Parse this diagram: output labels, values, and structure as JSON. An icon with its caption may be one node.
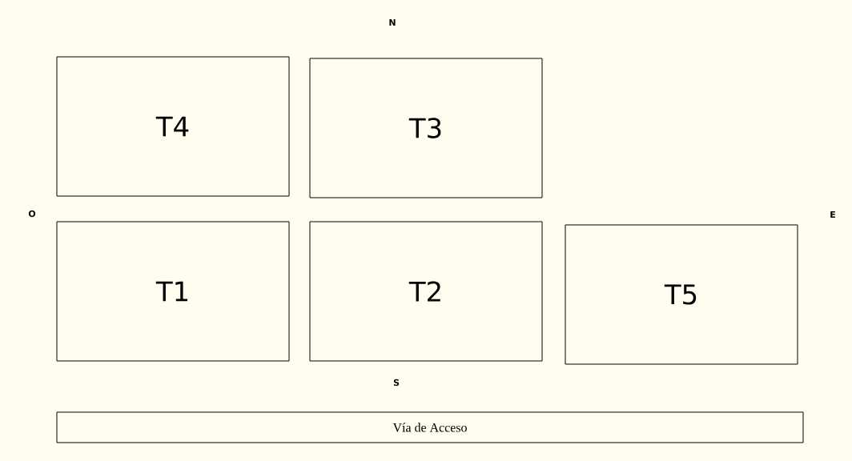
{
  "diagram": {
    "nodes": [
      {
        "text": [
          "T4"
        ]
      },
      {
        "text": [
          "T3"
        ]
      },
      {
        "text": [
          "T1"
        ]
      },
      {
        "text": [
          "T2"
        ]
      },
      {
        "text": [
          "T5"
        ]
      },
      {
        "text": [
          "Vía de Acceso"
        ]
      }
    ],
    "labels": [
      "N",
      "O",
      "E",
      "S"
    ]
  }
}
